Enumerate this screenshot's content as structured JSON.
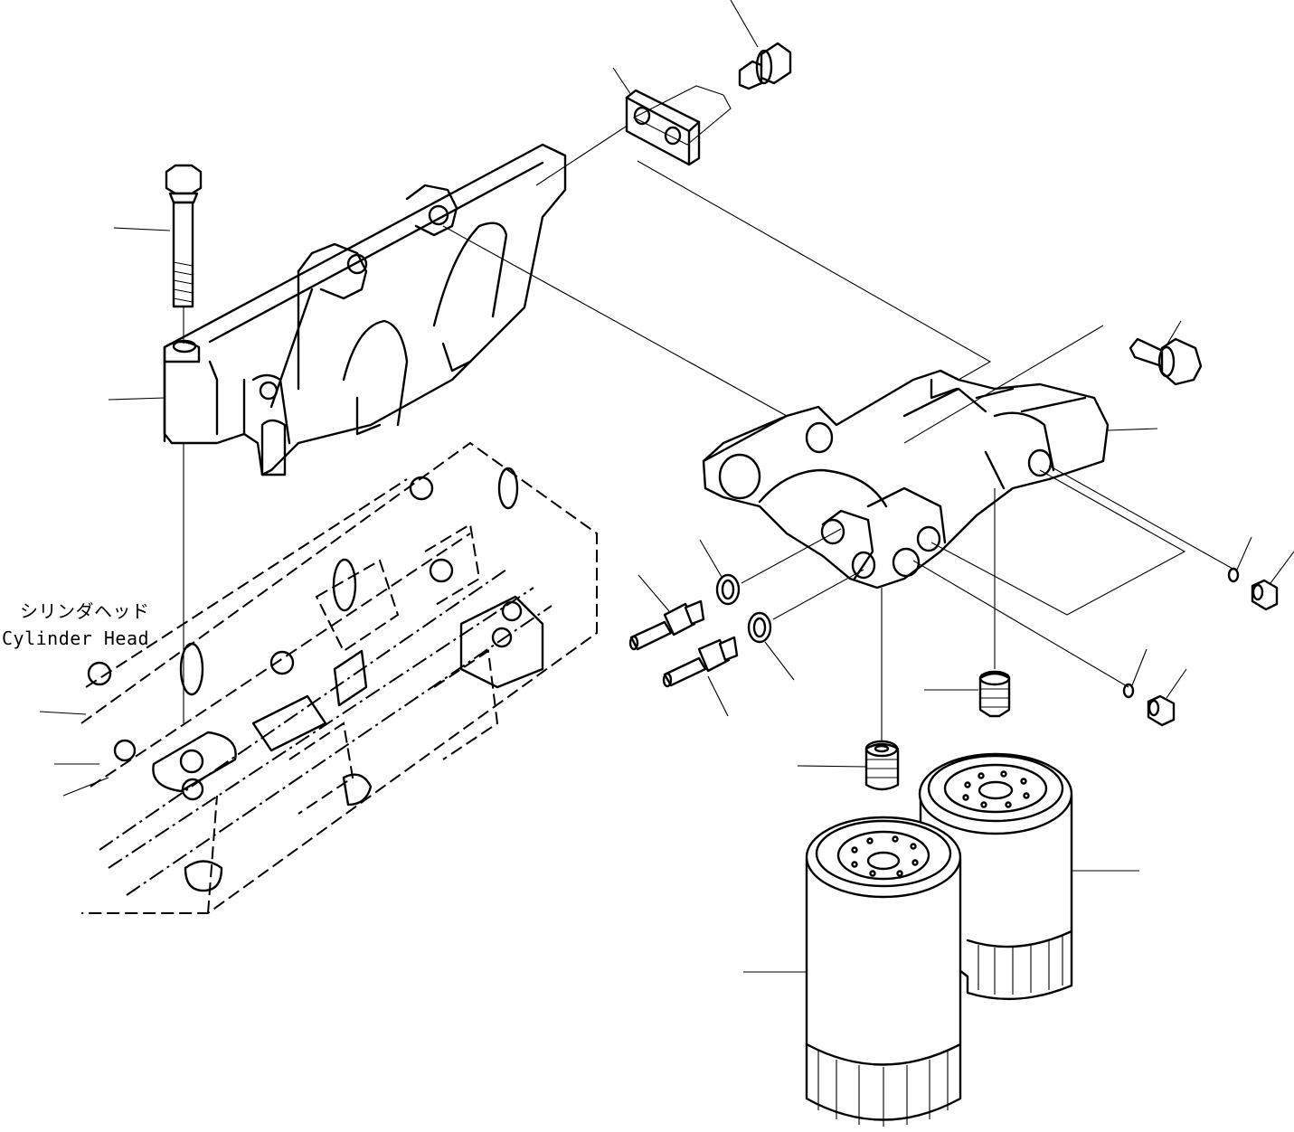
{
  "labels": {
    "cylinder_head_jp": "シリンダヘッド",
    "cylinder_head_en": "Cylinder Head"
  },
  "parts": [
    "bracket-bolt-long",
    "spacer-block",
    "filter-bracket",
    "plate",
    "flange-bolt-top",
    "filter-head",
    "flange-bolt-right",
    "o-ring-right-upper",
    "plug-right-upper",
    "o-ring-right-lower",
    "plug-right-lower",
    "nipple-upper",
    "nipple-lower",
    "gasket-upper",
    "gasket-lower",
    "threaded-stud-right",
    "threaded-stud-center",
    "oil-filter-rear",
    "oil-filter-front",
    "cylinder-head"
  ]
}
